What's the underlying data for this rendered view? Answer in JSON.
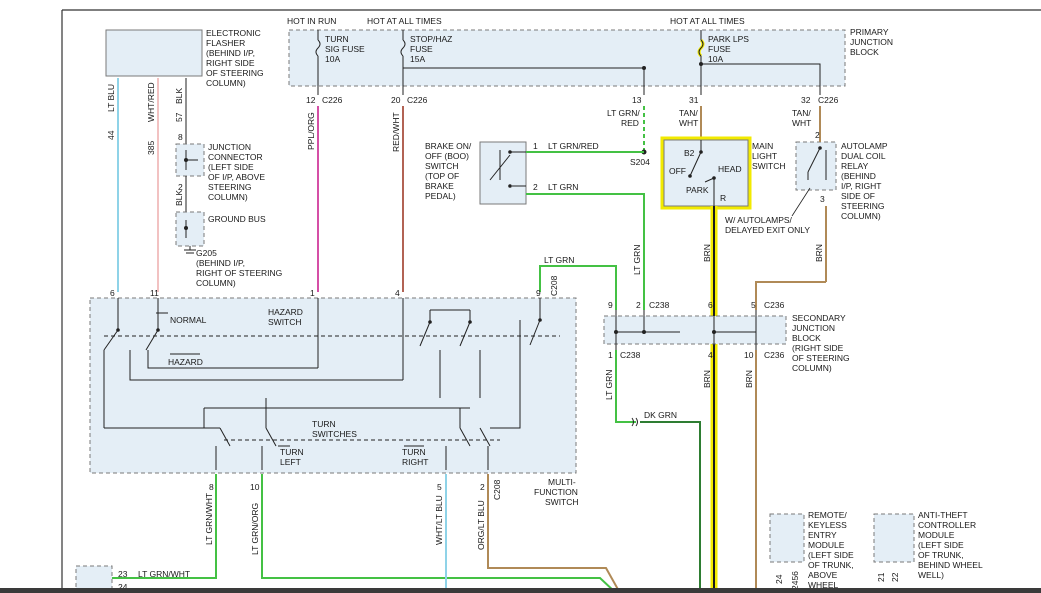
{
  "hot_in_run": "HOT IN RUN",
  "hot_at_all_times_1": "HOT AT ALL TIMES",
  "hot_at_all_times_2": "HOT AT ALL TIMES",
  "fuses": {
    "turn_l1": "TURN",
    "turn_l2": "SIG FUSE",
    "turn_l3": "10A",
    "stop_l1": "STOP/HAZ",
    "stop_l2": "FUSE",
    "stop_l3": "15A",
    "park_l1": "PARK LPS",
    "park_l2": "FUSE",
    "park_l3": "10A"
  },
  "primary_junction": {
    "l1": "PRIMARY",
    "l2": "JUNCTION",
    "l3": "BLOCK"
  },
  "flasher": {
    "l1": "ELECTRONIC",
    "l2": "FLASHER",
    "l3": "(BEHIND I/P,",
    "l4": "RIGHT SIDE",
    "l5": "OF STEERING",
    "l6": "COLUMN)"
  },
  "flasher_wires": {
    "w1": "LT BLU",
    "w2": "WHT/RED",
    "w3": "BLK",
    "n1": "44",
    "n2": "385",
    "n3": "57"
  },
  "pins": {
    "p12": "12",
    "c226a": "C226",
    "p20": "20",
    "c226b": "C226",
    "p13": "13",
    "p31": "31",
    "p32": "32",
    "c226c": "C226",
    "p8": "8",
    "p2": "2",
    "p6": "6",
    "p11": "11",
    "p1": "1",
    "p4": "4",
    "p9": "9",
    "c208": "C208",
    "p9b": "9",
    "p2b": "2",
    "c238a": "C238",
    "p6b": "6",
    "p5": "5",
    "c236a": "C236",
    "p1b": "1",
    "c238b": "C238",
    "p4b": "4",
    "p10": "10",
    "c236b": "C236",
    "p8b": "8",
    "p10b": "10",
    "p5b": "5",
    "p2c": "2",
    "c208b": "C208",
    "p1c": "1",
    "p2d": "2",
    "p2e": "2",
    "p3": "3",
    "p23": "23",
    "p24": "24",
    "p24b": "24",
    "p2456": "2456",
    "p21": "21",
    "p22": "22"
  },
  "wires": {
    "ppl_org": "PPL/ORG",
    "red_wht": "RED/WHT",
    "lt_grn_red": "LT GRN/",
    "red": "RED",
    "tan_wht1": "TAN/",
    "wht1": "WHT",
    "tan_wht2": "TAN/",
    "wht2": "WHT",
    "lt_grn_red_boo": "LT GRN/RED",
    "lt_grn_boo": "LT GRN",
    "lt_grn_v": "LT GRN",
    "lt_grn_top": "LT GRN",
    "brn1": "BRN",
    "brn2": "BRN",
    "brn3": "BRN",
    "brn4": "BRN",
    "lt_grn_lower": "LT GRN",
    "dk_grn": "DK GRN",
    "blk2": "BLK",
    "lt_grn_wht": "LT GRN/WHT",
    "lt_grn_org": "LT GRN/ORG",
    "wht_lt_blu": "WHT/LT BLU",
    "org_lt_blu": "ORG/LT BLU",
    "lt_grn_wht_b": "LT GRN/WHT"
  },
  "s204": "S204",
  "junction_connector": {
    "l1": "JUNCTION",
    "l2": "CONNECTOR",
    "l3": "(LEFT SIDE",
    "l4": "OF I/P, ABOVE",
    "l5": "STEERING",
    "l6": "COLUMN)"
  },
  "ground_bus": "GROUND BUS",
  "g205": {
    "l1": "G205",
    "l2": "(BEHIND I/P,",
    "l3": "RIGHT OF STEERING",
    "l4": "COLUMN)"
  },
  "boo": {
    "l1": "BRAKE ON/",
    "l2": "OFF (BOO)",
    "l3": "SWITCH",
    "l4": "(TOP OF",
    "l5": "BRAKE",
    "l6": "PEDAL)"
  },
  "main_light": {
    "l1": "MAIN",
    "l2": "LIGHT",
    "l3": "SWITCH",
    "b2": "B2",
    "off": "OFF",
    "head": "HEAD",
    "park": "PARK",
    "r": "R"
  },
  "autolamp": {
    "l1": "AUTOLAMP",
    "l2": "DUAL COIL",
    "l3": "RELAY",
    "l4": "(BEHIND",
    "l5": "I/P, RIGHT",
    "l6": "SIDE OF",
    "l7": "STEERING",
    "l8": "COLUMN)"
  },
  "autolamp_note": {
    "l1": "W/ AUTOLAMPS/",
    "l2": "DELAYED EXIT ONLY"
  },
  "secondary": {
    "l1": "SECONDARY",
    "l2": "JUNCTION",
    "l3": "BLOCK",
    "l4": "(RIGHT SIDE",
    "l5": "OF STEERING",
    "l6": "COLUMN)"
  },
  "hazard_switch": {
    "l1": "HAZARD",
    "l2": "SWITCH",
    "normal": "NORMAL",
    "hazard": "HAZARD"
  },
  "turn_switches": {
    "l1": "TURN",
    "l2": "SWITCHES",
    "left1": "TURN",
    "left2": "LEFT",
    "right1": "TURN",
    "right2": "RIGHT"
  },
  "multi_function": {
    "l1": "MULTI-",
    "l2": "FUNCTION",
    "l3": "SWITCH"
  },
  "remote_keyless": {
    "l1": "REMOTE/",
    "l2": "KEYLESS",
    "l3": "ENTRY",
    "l4": "MODULE",
    "l5": "(LEFT SIDE",
    "l6": "OF TRUNK,",
    "l7": "ABOVE",
    "l8": "WHEEL"
  },
  "anti_theft": {
    "l1": "ANTI-THEFT",
    "l2": "CONTROLLER",
    "l3": "MODULE",
    "l4": "(LEFT SIDE",
    "l5": "OF TRUNK,",
    "l6": "BEHIND WHEEL",
    "l7": "WELL)"
  }
}
